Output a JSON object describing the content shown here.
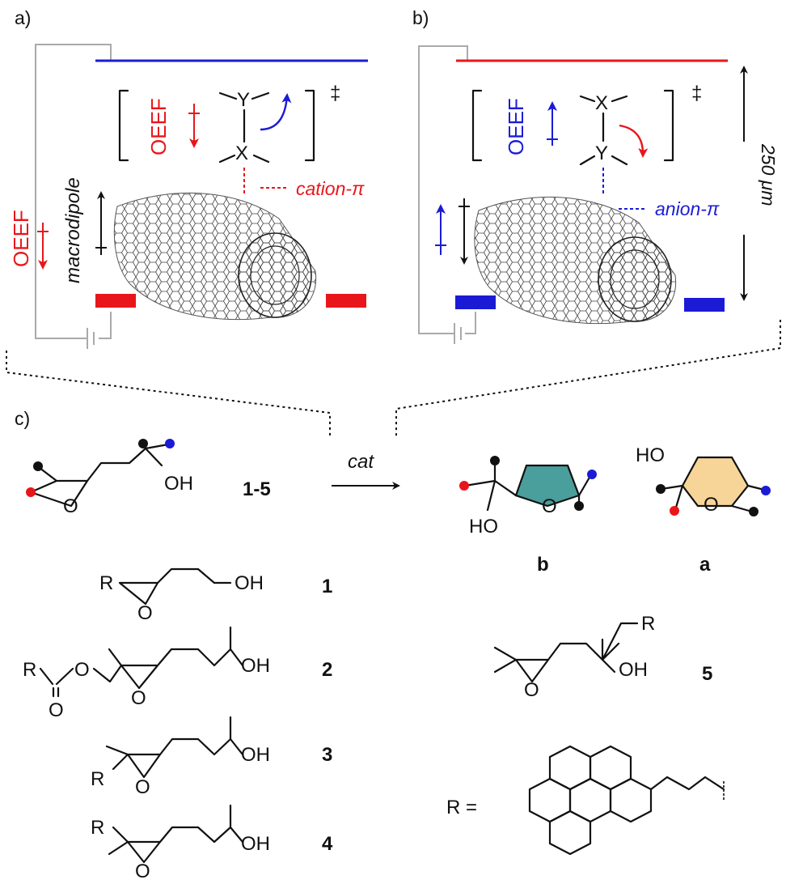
{
  "panels": {
    "a": {
      "label": "a)",
      "oeef": "OEEF",
      "interaction": "cation-π",
      "macrodipole": "macrodipole",
      "ts_mark": "‡",
      "atom_top": "Y",
      "atom_bottom": "X",
      "field_color": "#e8161b",
      "top_bar_color": "#1b1bd6",
      "electrode_color": "#e8161b"
    },
    "b": {
      "label": "b)",
      "oeef": "OEEF",
      "interaction": "anion-π",
      "ts_mark": "‡",
      "atom_top": "X",
      "atom_bottom": "Y",
      "distance": "250 μm",
      "field_color": "#1b1bd6",
      "top_bar_color": "#e8161b",
      "electrode_color": "#1b1bd6"
    },
    "c": {
      "label": "c)"
    }
  },
  "scheme": {
    "reactant_oh": "OH",
    "reactant_o": "O",
    "reactant_id": "1-5",
    "catalyst": "cat",
    "product_b": {
      "id": "b",
      "ho": "HO",
      "o": "O",
      "ring_color": "#4a9e9b"
    },
    "product_a": {
      "id": "a",
      "ho": "HO",
      "o": "O",
      "ring_color": "#f7d598"
    }
  },
  "compounds": [
    {
      "id": "1",
      "r": "R",
      "oh": "OH",
      "o": "O"
    },
    {
      "id": "2",
      "r": "R",
      "oh": "OH",
      "o": "O"
    },
    {
      "id": "3",
      "r": "R",
      "oh": "OH",
      "o": "O"
    },
    {
      "id": "4",
      "r": "R",
      "oh": "OH",
      "o": "O"
    },
    {
      "id": "5",
      "r": "R",
      "oh": "OH",
      "o": "O"
    }
  ],
  "r_group": {
    "label": "R ="
  },
  "dot_colors": {
    "red": "#e8161b",
    "blue": "#1b1bd6",
    "black": "#111111"
  }
}
